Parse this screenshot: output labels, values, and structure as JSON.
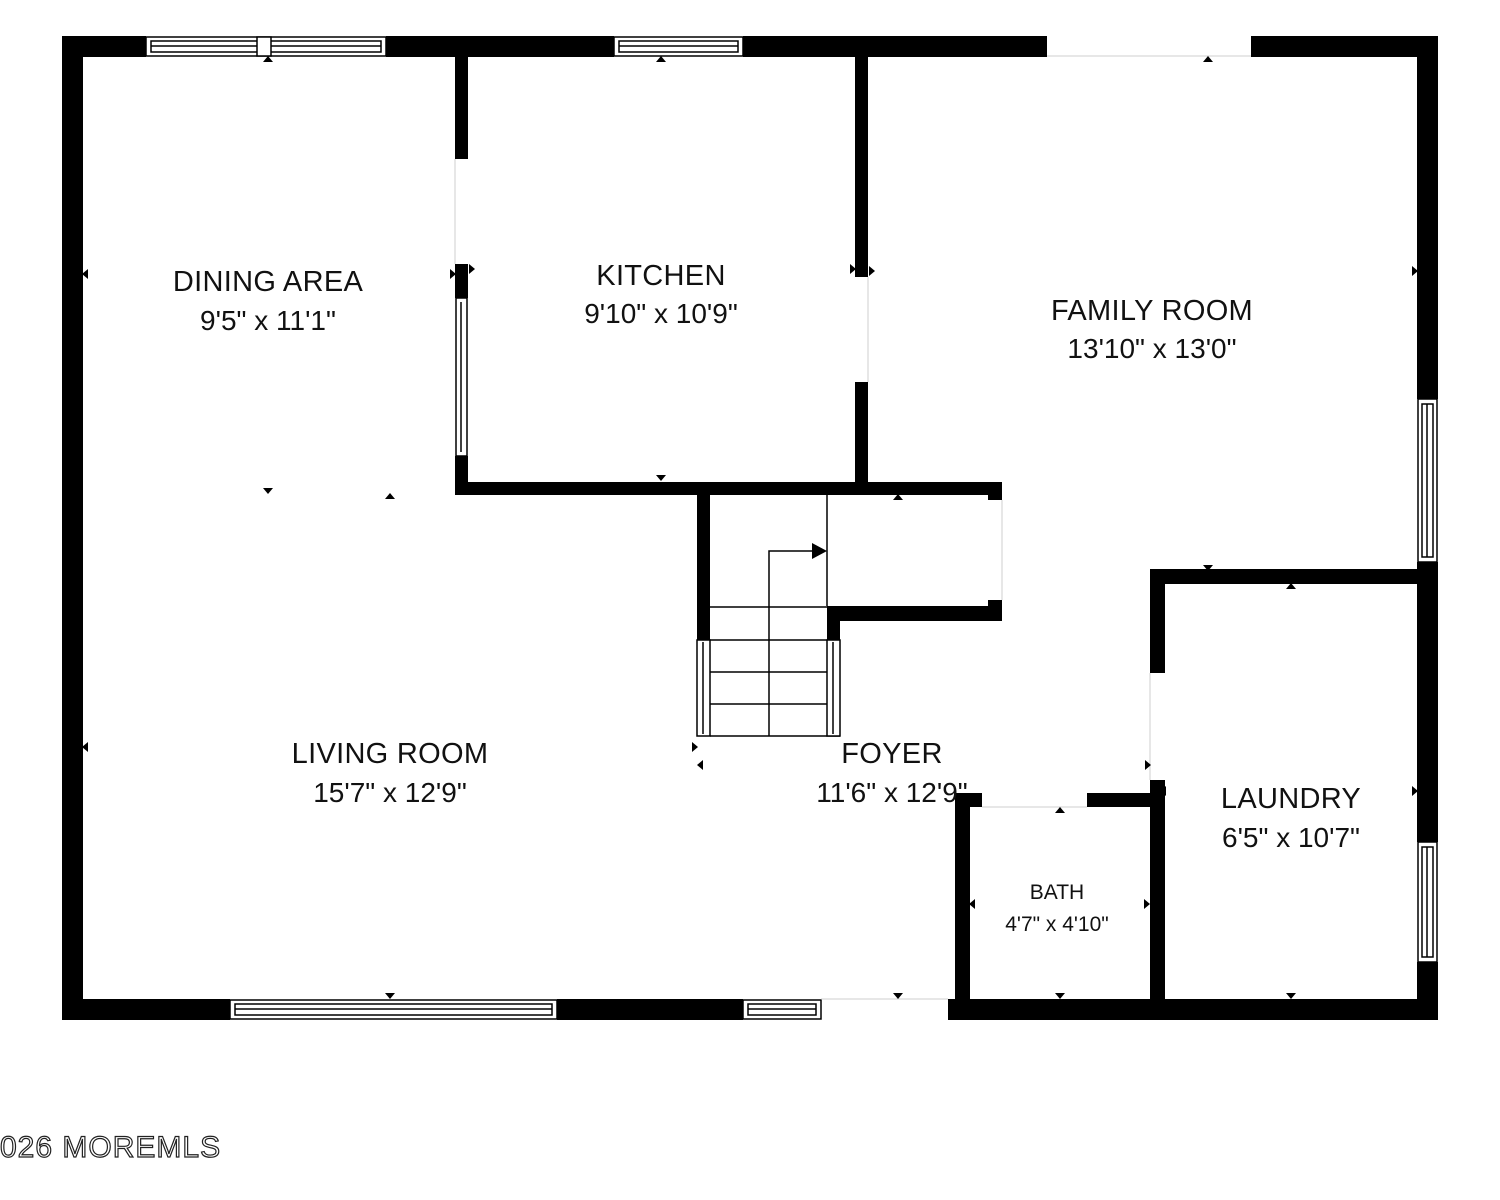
{
  "rooms": {
    "dining": {
      "name": "DINING AREA",
      "dims": "9'5\" x 11'1\""
    },
    "kitchen": {
      "name": "KITCHEN",
      "dims": "9'10\" x 10'9\""
    },
    "family": {
      "name": "FAMILY ROOM",
      "dims": "13'10\" x 13'0\""
    },
    "living": {
      "name": "LIVING ROOM",
      "dims": "15'7\" x 12'9\""
    },
    "foyer": {
      "name": "FOYER",
      "dims": "11'6\" x 12'9\""
    },
    "laundry": {
      "name": "LAUNDRY",
      "dims": "6'5\" x 10'7\""
    },
    "bath": {
      "name": "BATH",
      "dims": "4'7\" x 4'10\""
    }
  },
  "watermark": "026 MOREMLS",
  "colors": {
    "wall": "#000000",
    "background": "#ffffff",
    "text": "#111111"
  }
}
